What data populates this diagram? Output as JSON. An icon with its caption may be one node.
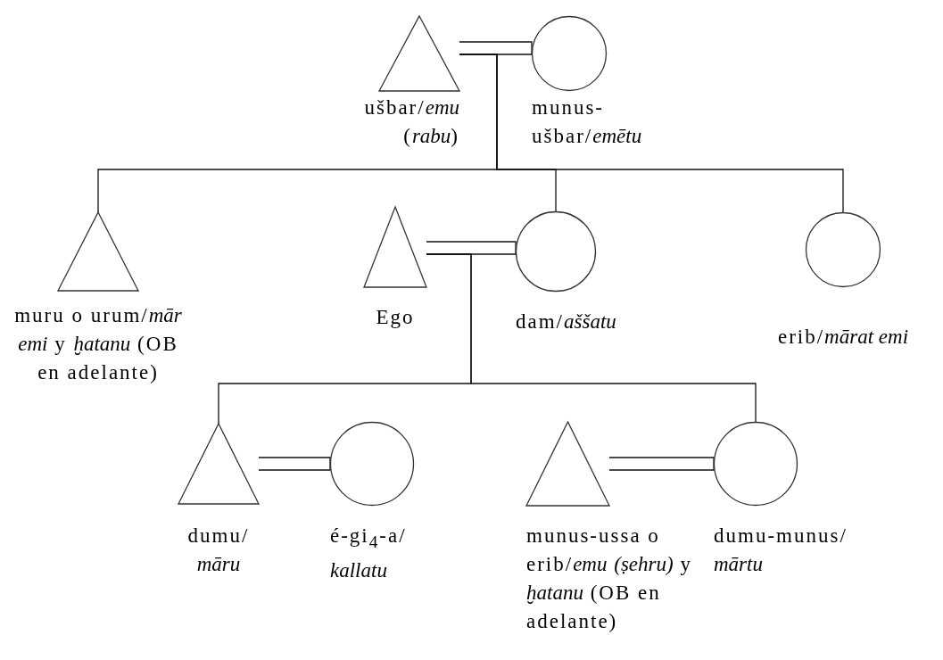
{
  "diagram": {
    "nodes": [
      {
        "text": [
          "ušbar/*emu* (*rabu*)"
        ]
      },
      {
        "text": [
          "munus- ušbar/*emētu*"
        ]
      },
      {
        "text": [
          "muru o urum/*mār emi* y *ḫatanu* (OB en adelante)"
        ]
      },
      {
        "text": [
          "Ego"
        ]
      },
      {
        "text": [
          "dam/*aššatu*"
        ]
      },
      {
        "text": [
          "erib/*mārat emi*"
        ]
      },
      {
        "text": [
          "dumu/ *māru*"
        ]
      },
      {
        "text": [
          "é-gi$_{4}$-a/ *kallatu*"
        ]
      },
      {
        "text": [
          "munus-ussa o erib/*emu* *(ṣehru)* y *ḫatanu* (OB en adelante)"
        ]
      },
      {
        "text": [
          "dumu-munus/ *mārtu*"
        ]
      }
    ],
    "edges": [
      {
        "from": 0,
        "to": 1,
        "arrow": "none"
      },
      {
        "from": 0,
        "to": 2,
        "arrow": "none"
      },
      {
        "from": 0,
        "to": 4,
        "arrow": "none"
      },
      {
        "from": 0,
        "to": 5,
        "arrow": "none"
      },
      {
        "from": 3,
        "to": 4,
        "arrow": "none"
      },
      {
        "from": 3,
        "to": 6,
        "arrow": "none"
      },
      {
        "from": 3,
        "to": 9,
        "arrow": "none"
      },
      {
        "from": 6,
        "to": 7,
        "arrow": "none"
      },
      {
        "from": 8,
        "to": 9,
        "arrow": "none"
      }
    ]
  }
}
